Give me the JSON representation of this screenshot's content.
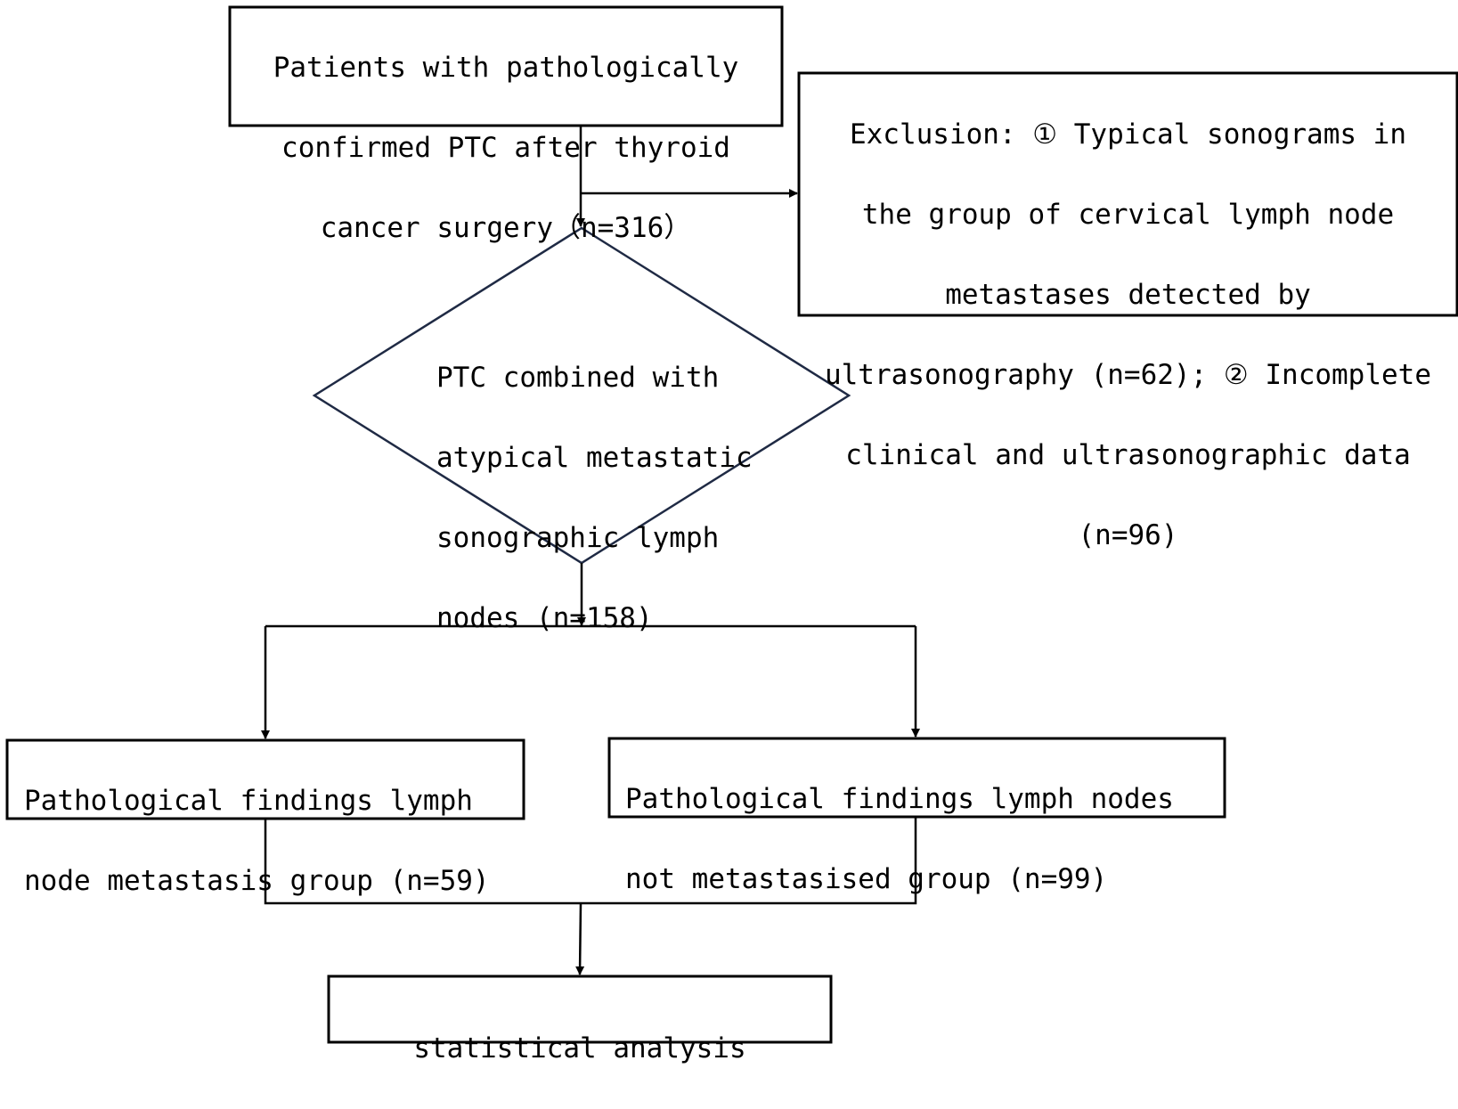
{
  "nodes": {
    "start": {
      "lines": [
        "Patients with pathologically",
        "confirmed PTC after thyroid",
        "cancer surgery（n=316）"
      ]
    },
    "exclusion": {
      "lines": [
        "Exclusion: ① Typical sonograms in",
        "the group of cervical lymph node",
        "metastases detected by",
        "ultrasonography (n=62); ② Incomplete",
        "clinical and ultrasonographic data",
        "(n=96)"
      ]
    },
    "decision": {
      "lines": [
        "PTC combined with",
        "atypical metastatic",
        "sonographic lymph",
        "nodes (n=158)"
      ]
    },
    "metastasis_group": {
      "lines": [
        "Pathological findings lymph",
        "node metastasis group (n=59)"
      ]
    },
    "not_metastasised_group": {
      "lines": [
        "Pathological findings lymph nodes",
        "not metastasised group (n=99)"
      ]
    },
    "analysis": {
      "lines": [
        "statistical analysis"
      ]
    }
  },
  "colors": {
    "box_border": "#000000",
    "diamond_border": "#1f2a44",
    "line": "#000000",
    "background": "#ffffff"
  }
}
